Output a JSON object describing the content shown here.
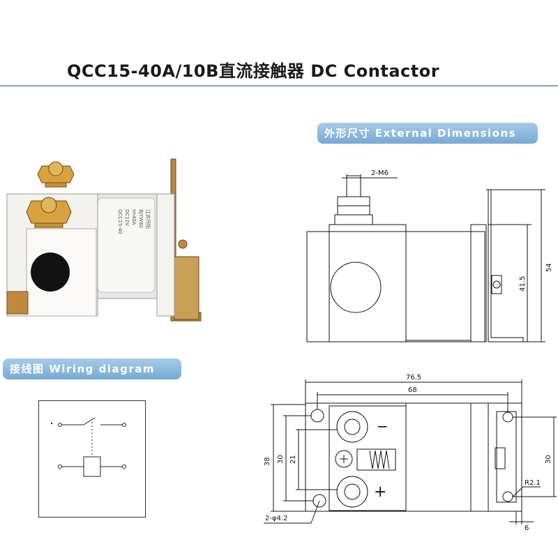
{
  "title": "QCC15-40A/10B直流接触器 DC Contactor",
  "sections": {
    "external": "外形尺寸 External Dimensions",
    "wiring": "接线图 Wiring diagram"
  },
  "side_view": {
    "thread_label": "2-M6",
    "height_total": "54",
    "height_mid": "41.5"
  },
  "top_view": {
    "width_total": "76.5",
    "width_inner": "68",
    "height_38": "38",
    "height_30_left": "30",
    "height_21": "21",
    "height_30_right": "30",
    "radius": "R2.1",
    "holes": "2-φ4.2",
    "offset": "6",
    "minus_sign": "−",
    "plus_sign": "+"
  },
  "photo": {
    "label_lines": [
      "QCC15-40",
      "DC12V",
      "Im40A",
      "BJYW80",
      "江苏丹阳"
    ]
  },
  "colors": {
    "accent": "#7aa0cf",
    "pill_top": "#a6cbe9",
    "pill_bottom": "#77a9d3",
    "drawing": "#111111"
  }
}
